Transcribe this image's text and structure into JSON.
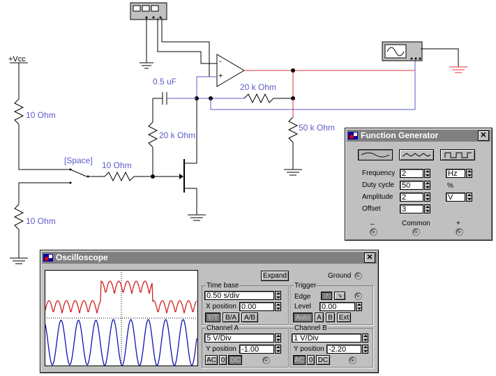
{
  "circuit": {
    "supply_label": "+Vcc",
    "switch_label": "[Space]",
    "r_top": "10  Ohm",
    "r_bottom": "10  Ohm",
    "r_series": "10  Ohm",
    "capacitor": "0.5 uF",
    "r_feedback": "20 k Ohm",
    "r_gate": "20 k Ohm",
    "r_load": "50 k Ohm",
    "opamp_minus": "-",
    "opamp_plus": "+",
    "wire_colors": {
      "red": "#e03030",
      "blue": "#5b5bc8",
      "black": "#000000"
    }
  },
  "function_generator": {
    "title": "Function Generator",
    "waveforms": [
      "sine-wave-icon",
      "triangle-wave-icon",
      "square-wave-icon"
    ],
    "selected_waveform": "sine-wave-icon",
    "rows": [
      {
        "label": "Frequency",
        "value": "2",
        "unit": "Hz",
        "unit_is_select": true
      },
      {
        "label": "Duty cycle",
        "value": "50",
        "unit": "%",
        "unit_is_select": false
      },
      {
        "label": "Amplitude",
        "value": "2",
        "unit": "V",
        "unit_is_select": true
      },
      {
        "label": "Offset",
        "value": "3",
        "unit": "",
        "unit_is_select": false
      }
    ],
    "terminals": {
      "minus": "–",
      "common": "Common",
      "plus": "+"
    }
  },
  "oscilloscope": {
    "title": "Oscilloscope",
    "expand_label": "Expand",
    "ground_label": "Ground",
    "timebase": {
      "title": "Time base",
      "value": "0.50 s/div",
      "xpos_label": "X position",
      "xpos_value": "0.00",
      "modes": [
        "Y/T",
        "B/A",
        "A/B"
      ],
      "active_mode": "Y/T"
    },
    "trigger": {
      "title": "Trigger",
      "edge_label": "Edge",
      "level_label": "Level",
      "level_value": "0.00",
      "sources": [
        "Auto",
        "A",
        "B",
        "Ext"
      ],
      "active_source": "Auto"
    },
    "channel_a": {
      "title": "Channel A",
      "value": "5  V/Div",
      "ypos_label": "Y position",
      "ypos_value": "-1.00",
      "coupling": [
        "AC",
        "0",
        "DC"
      ],
      "active_coupling": "DC"
    },
    "channel_b": {
      "title": "Channel B",
      "value": " 1  V/Div",
      "ypos_label": "Y position",
      "ypos_value": "-2.20",
      "coupling": [
        "AC",
        "0",
        "DC"
      ],
      "active_coupling": "AC"
    },
    "trace_colors": {
      "channel_a": "#d02020",
      "channel_b": "#1010b0"
    }
  }
}
